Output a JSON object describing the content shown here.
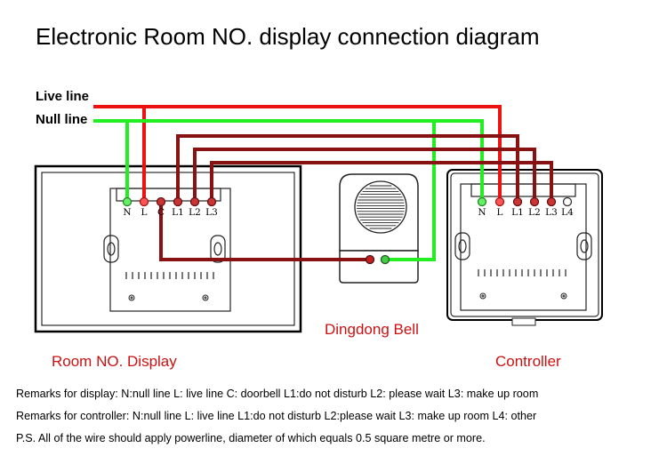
{
  "title": "Electronic Room NO. display connection diagram",
  "legend": {
    "live": "Live line",
    "null": "Null line"
  },
  "colors": {
    "live": "#ee1111",
    "null": "#22ee22",
    "signal": "#881111"
  },
  "display": {
    "name": "Room NO. Display",
    "terminals": [
      "N",
      "L",
      "C",
      "L1",
      "L2",
      "L3"
    ]
  },
  "bell": {
    "name": "Dingdong Bell"
  },
  "controller": {
    "name": "Controller",
    "terminals": [
      "N",
      "L",
      "L1",
      "L2",
      "L3",
      "L4"
    ]
  },
  "remarks": [
    "Remarks for display: N:null line  L: live line  C: doorbell  L1:do not disturb  L2: please wait  L3: make up room",
    "Remarks for controller: N:null line  L: live line  L1:do not disturb  L2:please wait  L3: make up room L4: other",
    " P.S. All of the wire should apply powerline, diameter of which equals 0.5 square metre or more."
  ]
}
